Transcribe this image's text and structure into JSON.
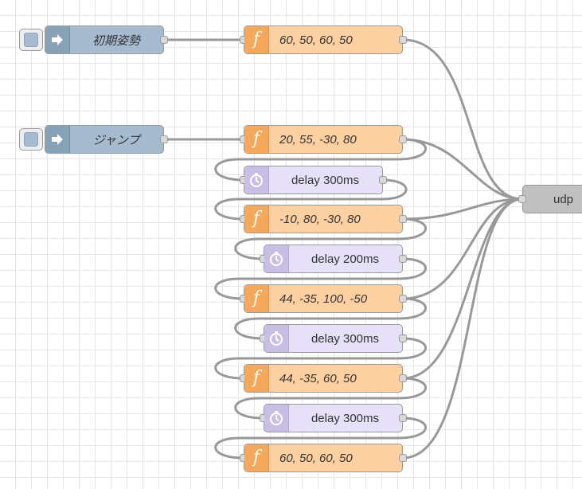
{
  "canvas": {
    "grid": true,
    "wire_color": "#999999"
  },
  "nodes": {
    "inject1": {
      "label": "初期姿勢",
      "type": "inject",
      "color": "#a6bbcf",
      "icon": "arrow-right-icon"
    },
    "inject2": {
      "label": "ジャンプ",
      "type": "inject",
      "color": "#a6bbcf",
      "icon": "arrow-right-icon"
    },
    "f1": {
      "label": "60, 50, 60, 50",
      "type": "function",
      "color": "#fdd0a2",
      "icon": "function-icon"
    },
    "f2": {
      "label": "20, 55, -30, 80",
      "type": "function",
      "color": "#fdd0a2",
      "icon": "function-icon"
    },
    "d1": {
      "label": "delay 300ms",
      "type": "delay",
      "color": "#e6e0f8",
      "icon": "timer-icon"
    },
    "f3": {
      "label": "-10, 80, -30, 80",
      "type": "function",
      "color": "#fdd0a2",
      "icon": "function-icon"
    },
    "d2": {
      "label": "delay 200ms",
      "type": "delay",
      "color": "#e6e0f8",
      "icon": "timer-icon"
    },
    "f4": {
      "label": "44, -35, 100, -50",
      "type": "function",
      "color": "#fdd0a2",
      "icon": "function-icon"
    },
    "d3": {
      "label": "delay 300ms",
      "type": "delay",
      "color": "#e6e0f8",
      "icon": "timer-icon"
    },
    "f5": {
      "label": "44, -35, 60, 50",
      "type": "function",
      "color": "#fdd0a2",
      "icon": "function-icon"
    },
    "d4": {
      "label": "delay 300ms",
      "type": "delay",
      "color": "#e6e0f8",
      "icon": "timer-icon"
    },
    "f6": {
      "label": "60, 50, 60, 50",
      "type": "function",
      "color": "#fdd0a2",
      "icon": "function-icon"
    },
    "udp": {
      "label": "udp",
      "type": "udp out",
      "color": "#c0c0c0"
    }
  }
}
